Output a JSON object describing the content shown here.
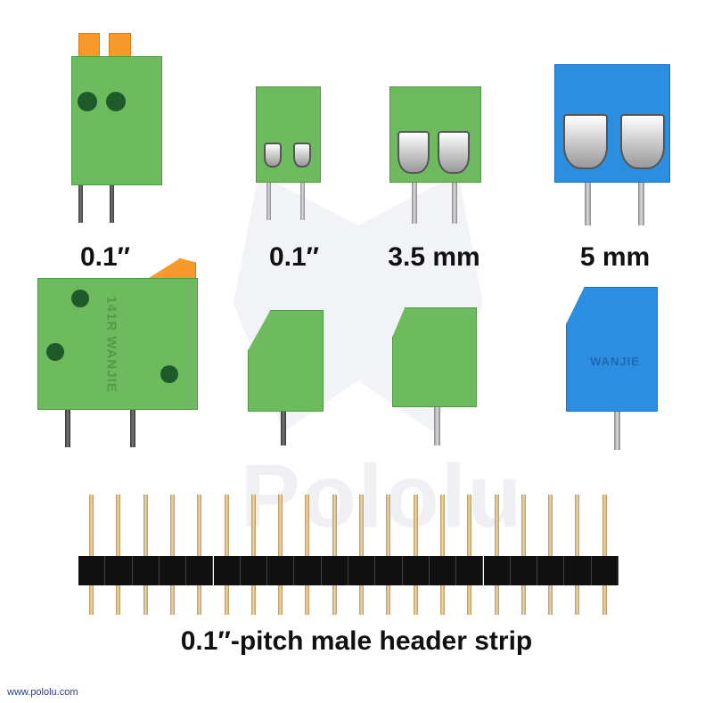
{
  "watermark": "Pololu",
  "labels": {
    "spring_terminal_pitch": "0.1″",
    "small_terminal_pitch": "0.1″",
    "medium_terminal_pitch": "3.5 mm",
    "large_terminal_pitch": "5 mm",
    "header_strip": "0.1″-pitch male header strip"
  },
  "part_markings": {
    "spring_terminal": "141R WANJIE",
    "blue_terminal": "WANJIE"
  },
  "url": "www.pololu.com",
  "colors": {
    "green_terminal": "#6dbb5e",
    "blue_terminal": "#2c8ee0",
    "orange_lever": "#f79a2b",
    "header": "#111111",
    "pins_gold": "#d9b98a"
  },
  "header_pin_count": 20
}
